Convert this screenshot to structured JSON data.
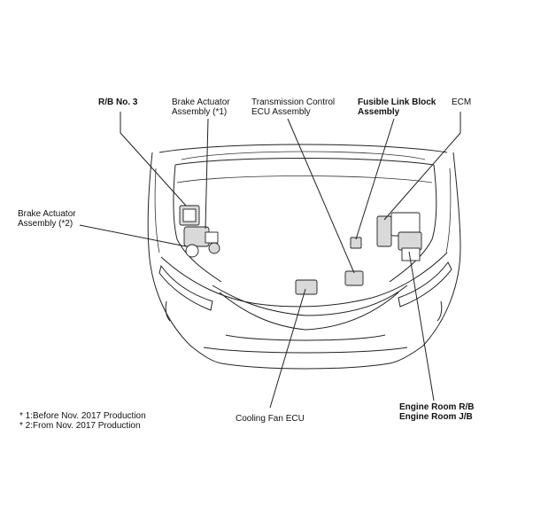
{
  "labels": {
    "rb_no3": "R/B No. 3",
    "brake_actuator_1": [
      "Brake Actuator",
      "Assembly (*1)"
    ],
    "transmission_ecu": [
      "Transmission Control",
      "ECU Assembly"
    ],
    "fusible_link": [
      "Fusible Link Block",
      "Assembly"
    ],
    "ecm": "ECM",
    "brake_actuator_2": [
      "Brake Actuator",
      "Assembly (*2)"
    ],
    "cooling_fan": "Cooling Fan ECU",
    "engine_room": [
      "Engine Room R/B",
      "Engine Room J/B"
    ]
  },
  "notes": [
    "* 1:Before Nov. 2017 Production",
    "* 2:From Nov. 2017 Production"
  ],
  "colors": {
    "line": "#222222",
    "component_fill": "#d9d9d9",
    "background": "#ffffff"
  }
}
